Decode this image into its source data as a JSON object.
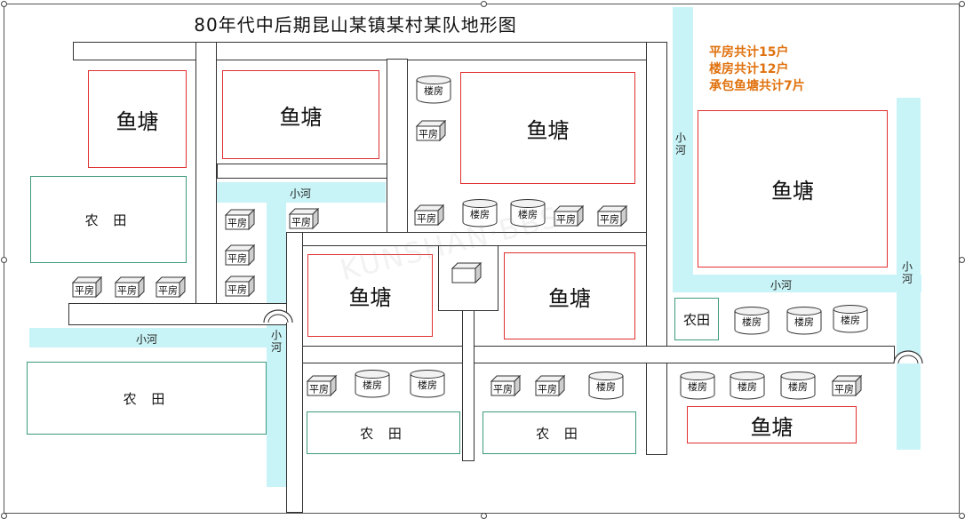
{
  "map": {
    "title": "80年代中后期昆山某镇某村某队地形图",
    "legend": [
      "平房共计15户",
      "楼房共计12户",
      "承包鱼塘共计7片"
    ],
    "labels": {
      "pond": "鱼塘",
      "field": "农 田",
      "field_small": "农田",
      "bungalow": "平房",
      "building": "楼房",
      "river": "小河",
      "river_vertical": "小\n河"
    },
    "watermark": "KUNSHAN·BBS",
    "colors": {
      "pond_border": "#e03030",
      "field_border": "#3d9a7a",
      "river_fill": "#c9f4f7",
      "legend_text": "#e0720f",
      "road_border": "#333333"
    }
  }
}
